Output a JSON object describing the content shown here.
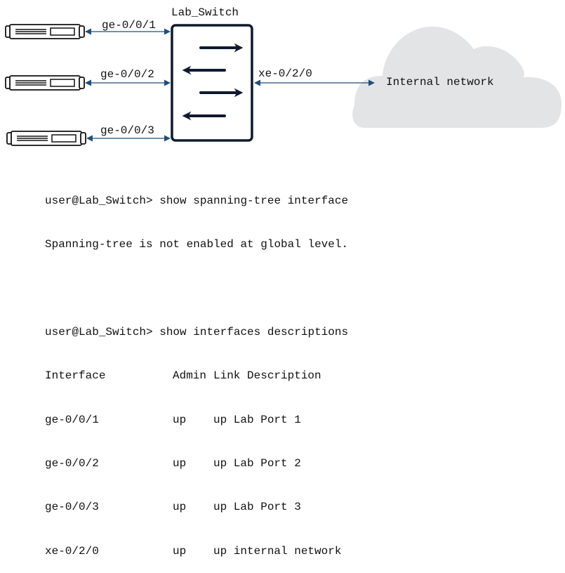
{
  "diagram": {
    "switch_label": "Lab_Switch",
    "ports": [
      {
        "label": "ge-0/0/1"
      },
      {
        "label": "ge-0/0/2"
      },
      {
        "label": "ge-0/0/3"
      }
    ],
    "uplink_label": "xe-0/2/0",
    "cloud_label": "Internal network",
    "colors": {
      "link": "#1f4e79",
      "switch_border": "#0f1a2e",
      "cloud": "#e3e4e6"
    }
  },
  "cli": {
    "block1": {
      "prompt": "user@Lab_Switch> show spanning-tree interface",
      "output": "Spanning-tree is not enabled at global level."
    },
    "block2": {
      "prompt": "user@Lab_Switch> show interfaces descriptions",
      "headers": [
        "Interface",
        "Admin",
        "Link Description"
      ],
      "rows": [
        {
          "interface": "ge-0/0/1",
          "admin": "up",
          "link_desc": "up Lab Port 1"
        },
        {
          "interface": "ge-0/0/2",
          "admin": "up",
          "link_desc": "up Lab Port 2"
        },
        {
          "interface": "ge-0/0/3",
          "admin": "up",
          "link_desc": "up Lab Port 3"
        },
        {
          "interface": "xe-0/2/0",
          "admin": "up",
          "link_desc": "up internal network"
        }
      ]
    }
  }
}
